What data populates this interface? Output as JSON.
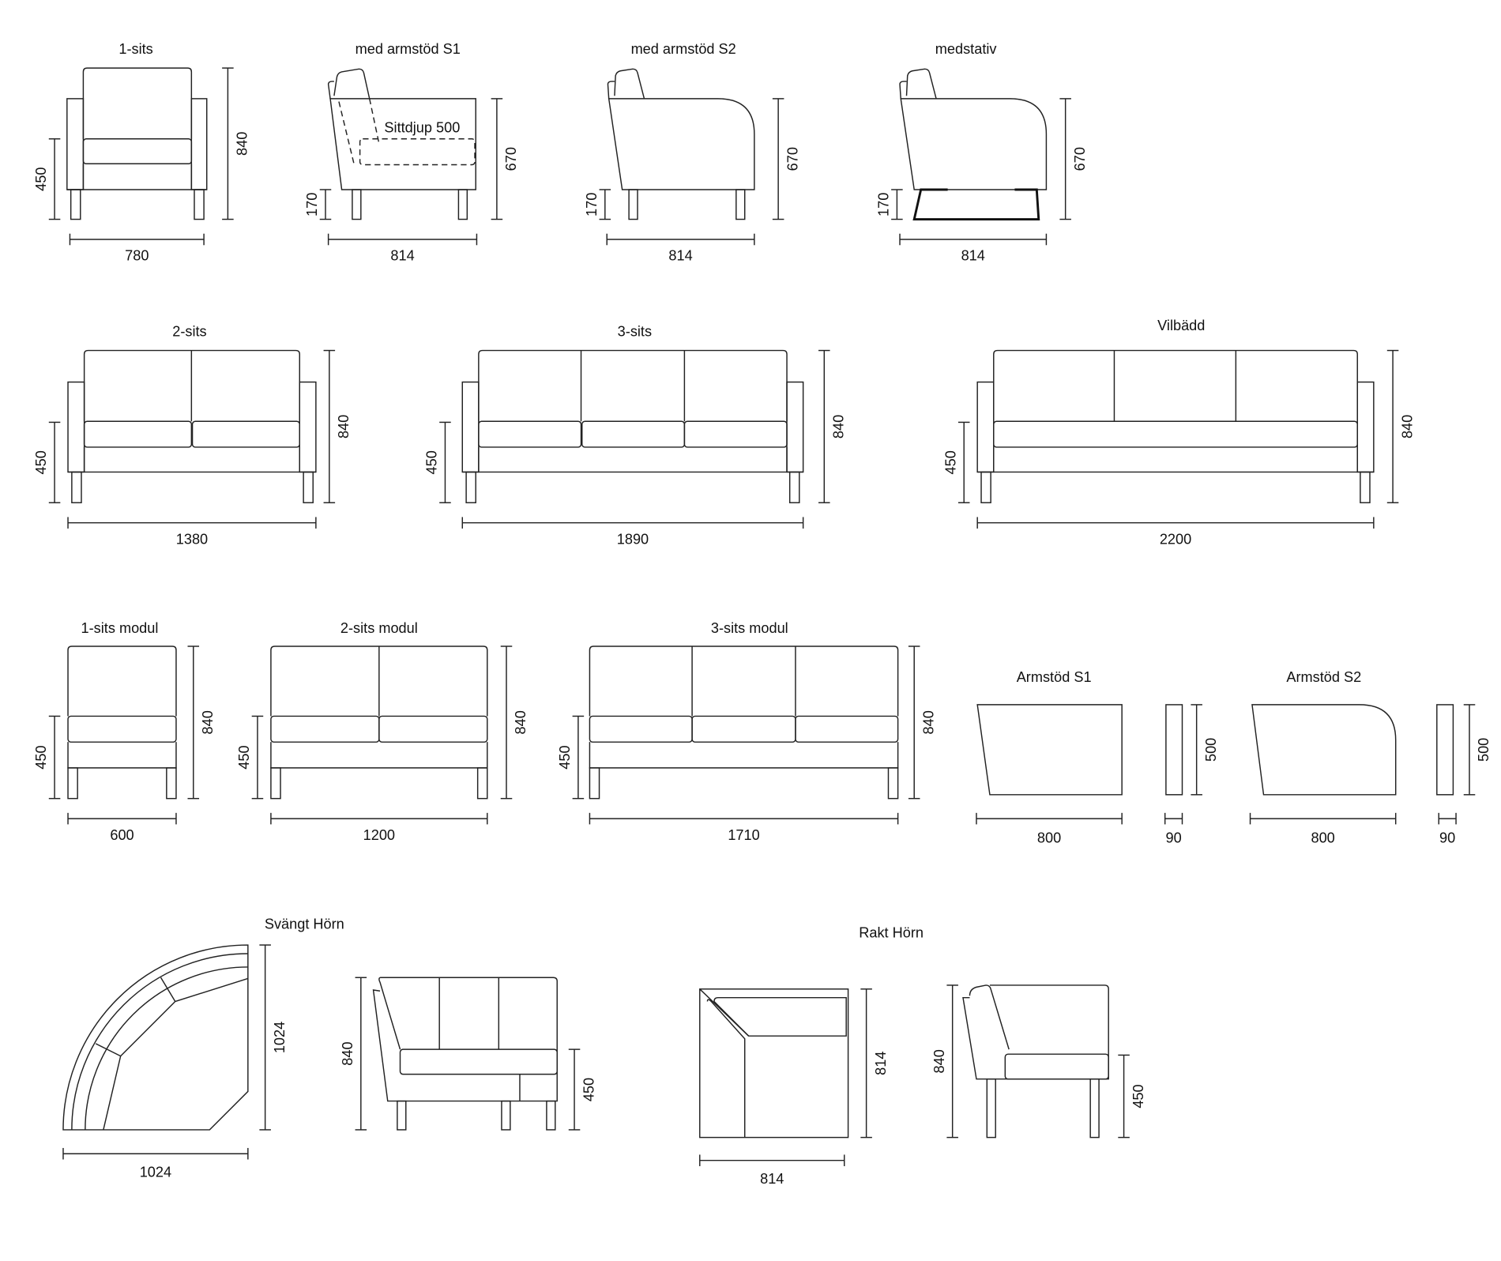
{
  "titles": {
    "one_sits": "1-sits",
    "s1": "med armstöd S1",
    "s2": "med armstöd S2",
    "medstativ": "medstativ",
    "two_sits": "2-sits",
    "three_sits": "3-sits",
    "vilbadd": "Vilbädd",
    "mod1": "1-sits modul",
    "mod2": "2-sits modul",
    "mod3": "3-sits modul",
    "arm_s1": "Armstöd S1",
    "arm_s2": "Armstöd S2",
    "svangt": "Svängt Hörn",
    "rakt": "Rakt Hörn"
  },
  "annotation": "Sittdjup 500",
  "dims": {
    "one_sits": [
      "450",
      "840",
      "780"
    ],
    "s1": [
      "170",
      "670",
      "814"
    ],
    "s2": [
      "170",
      "670",
      "814"
    ],
    "medstativ": [
      "170",
      "670",
      "814"
    ],
    "two_sits": [
      "450",
      "840",
      "1380"
    ],
    "three_sits": [
      "450",
      "840",
      "1890"
    ],
    "vilbadd": [
      "450",
      "840",
      "2200"
    ],
    "mod1": [
      "450",
      "840",
      "600"
    ],
    "mod2": [
      "450",
      "840",
      "1200"
    ],
    "mod3": [
      "450",
      "840",
      "1710"
    ],
    "arm_s1": [
      "800",
      "90",
      "500"
    ],
    "arm_s2": [
      "800",
      "90",
      "500"
    ],
    "svangt_top": [
      "1024",
      "1024"
    ],
    "svangt_side": [
      "840",
      "450"
    ],
    "rakt_top": [
      "814",
      "814"
    ],
    "rakt_side": [
      "840",
      "450"
    ]
  }
}
